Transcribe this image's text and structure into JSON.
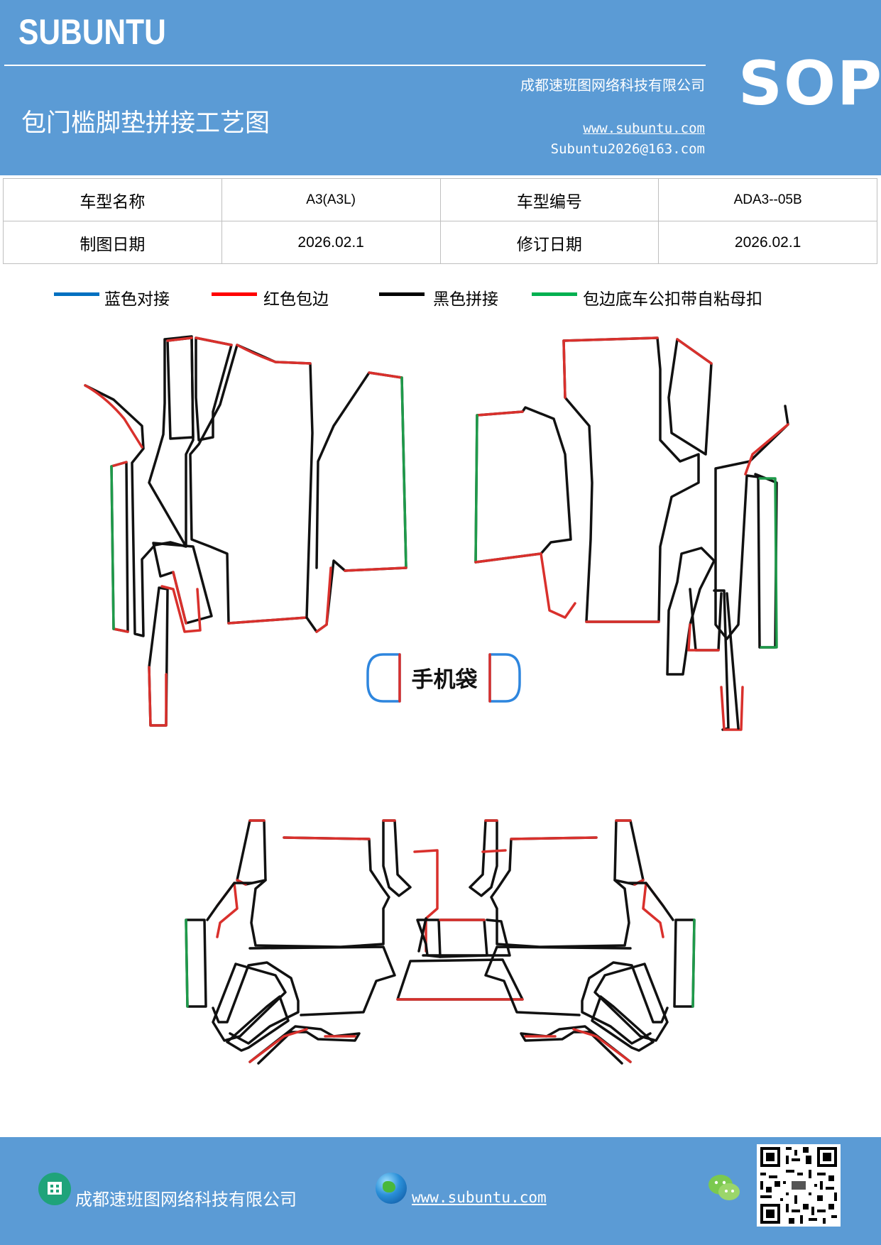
{
  "header": {
    "logo": "SUBUNTU",
    "badge": "SOP",
    "company": "成都速班图网络科技有限公司",
    "title": "包门槛脚垫拼接工艺图",
    "website": "www.subuntu.com",
    "email": "Subuntu2026@163.com",
    "background_color": "#5b9bd5"
  },
  "info_table": {
    "model_name_label": "车型名称",
    "model_name_value": "A3(A3L)",
    "model_code_label": "车型编号",
    "model_code_value": "ADA3--05B",
    "draw_date_label": "制图日期",
    "draw_date_value": "2026.02.1",
    "revision_date_label": "修订日期",
    "revision_date_value": "2026.02.1"
  },
  "legend": [
    {
      "label": "蓝色对接",
      "color": "#0070c0"
    },
    {
      "label": "红色包边",
      "color": "#ff0000"
    },
    {
      "label": "黑色拼接",
      "color": "#000000"
    },
    {
      "label": "包边底车公扣带自粘母扣",
      "color": "#00b050"
    }
  ],
  "diagram": {
    "phone_bag_label": "手机袋",
    "colors": {
      "blue": "#2e86de",
      "red": "#d9302c",
      "black": "#111111",
      "green": "#1e9a4a"
    }
  },
  "footer": {
    "company": "成都速班图网络科技有限公司",
    "website": "www.subuntu.com",
    "icons": [
      "building-icon",
      "globe-icon",
      "wechat-icon",
      "qr-code"
    ]
  }
}
